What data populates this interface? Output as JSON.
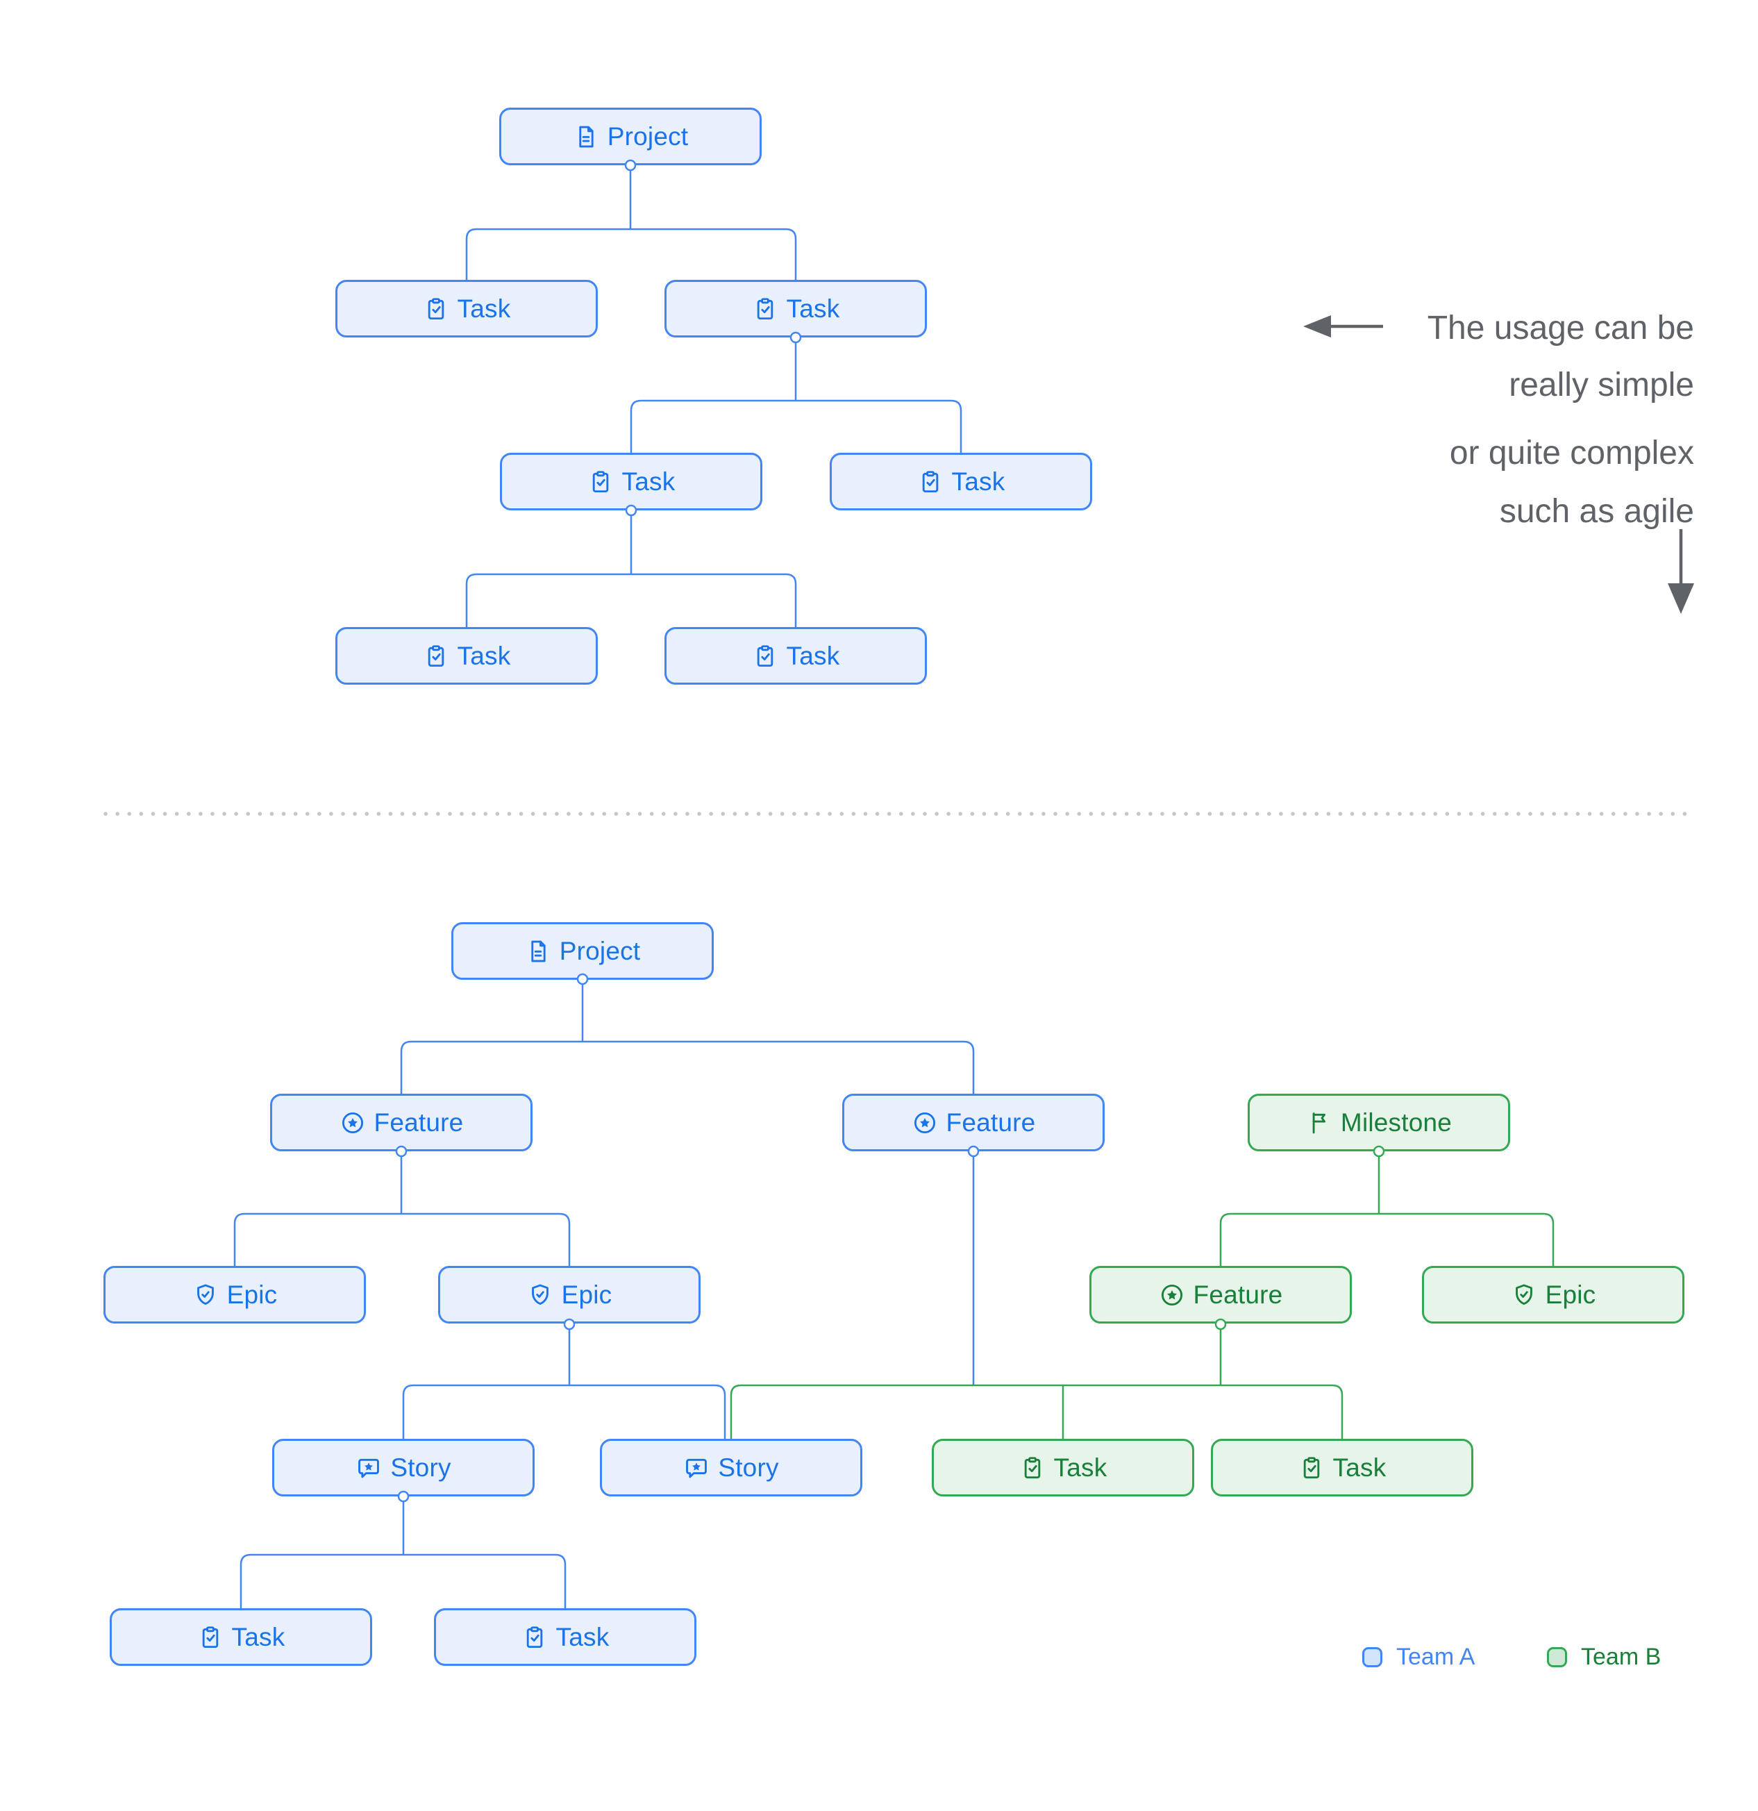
{
  "annotation": {
    "lines": [
      "The usage can be",
      "really simple",
      "or quite complex",
      "such as agile"
    ]
  },
  "legend": {
    "team_a": "Team A",
    "team_b": "Team B"
  },
  "colors": {
    "team_a_border": "#4285f4",
    "team_a_fill": "#e8f0fe",
    "team_a_text": "#1a73e8",
    "team_a_legend_fill": "#d2e3fc",
    "team_b_border": "#34a853",
    "team_b_fill": "#e6f4ea",
    "team_b_text": "#188038",
    "team_b_legend_fill": "#ceead6",
    "annotation_text": "#5f6368",
    "separator_dots": "#c3c7cb"
  },
  "top_diagram": {
    "nodes": [
      {
        "label": "Project",
        "icon": "document-icon",
        "team": "A"
      },
      {
        "label": "Task",
        "icon": "clipboard-check-icon",
        "team": "A"
      },
      {
        "label": "Task",
        "icon": "clipboard-check-icon",
        "team": "A"
      },
      {
        "label": "Task",
        "icon": "clipboard-check-icon",
        "team": "A"
      },
      {
        "label": "Task",
        "icon": "clipboard-check-icon",
        "team": "A"
      },
      {
        "label": "Task",
        "icon": "clipboard-check-icon",
        "team": "A"
      },
      {
        "label": "Task",
        "icon": "clipboard-check-icon",
        "team": "A"
      }
    ]
  },
  "bottom_diagram": {
    "nodes": [
      {
        "label": "Project",
        "icon": "document-icon",
        "team": "A"
      },
      {
        "label": "Feature",
        "icon": "star-circle-icon",
        "team": "A"
      },
      {
        "label": "Feature",
        "icon": "star-circle-icon",
        "team": "A"
      },
      {
        "label": "Milestone",
        "icon": "flag-icon",
        "team": "B"
      },
      {
        "label": "Epic",
        "icon": "shield-check-icon",
        "team": "A"
      },
      {
        "label": "Epic",
        "icon": "shield-check-icon",
        "team": "A"
      },
      {
        "label": "Feature",
        "icon": "star-circle-icon",
        "team": "B"
      },
      {
        "label": "Epic",
        "icon": "shield-check-icon",
        "team": "B"
      },
      {
        "label": "Story",
        "icon": "comment-star-icon",
        "team": "A"
      },
      {
        "label": "Story",
        "icon": "comment-star-icon",
        "team": "A"
      },
      {
        "label": "Task",
        "icon": "clipboard-check-icon",
        "team": "B"
      },
      {
        "label": "Task",
        "icon": "clipboard-check-icon",
        "team": "B"
      },
      {
        "label": "Task",
        "icon": "clipboard-check-icon",
        "team": "A"
      },
      {
        "label": "Task",
        "icon": "clipboard-check-icon",
        "team": "A"
      }
    ]
  }
}
